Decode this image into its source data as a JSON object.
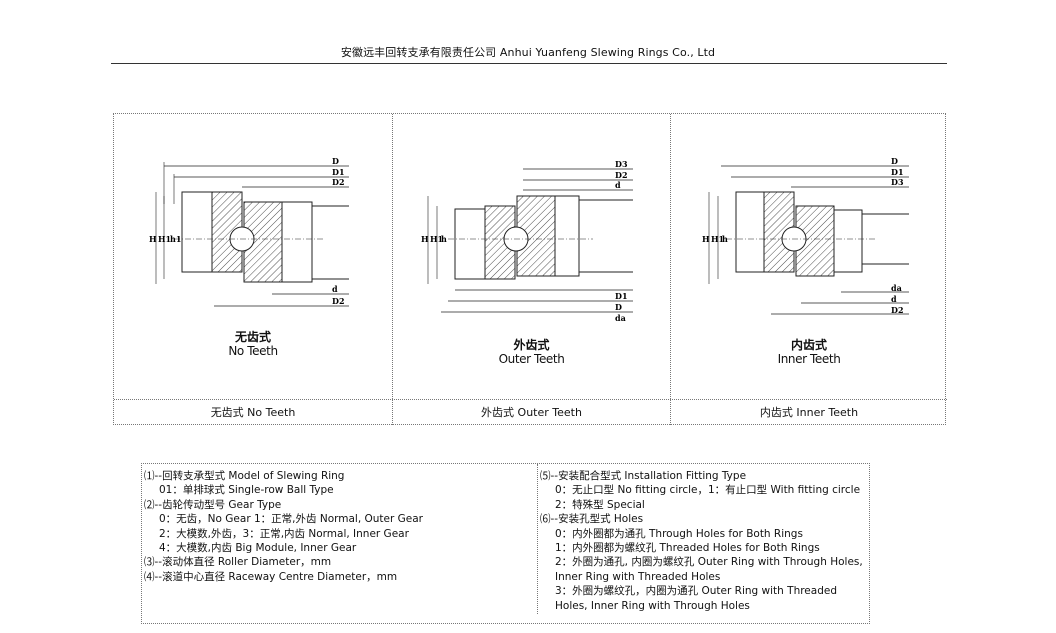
{
  "header": {
    "title": "安徽远丰回转支承有限责任公司 Anhui Yuanfeng Slewing Rings Co., Ltd"
  },
  "panels": [
    {
      "zh": "无齿式",
      "en": "No Teeth",
      "caption": "无齿式 No Teeth",
      "labels": {
        "top": [
          "D",
          "D1",
          "D2"
        ],
        "bottom": [
          "d",
          "D2"
        ],
        "left": [
          "H",
          "H1",
          "h1"
        ]
      }
    },
    {
      "zh": "外齿式",
      "en": "Outer Teeth",
      "caption": "外齿式 Outer Teeth",
      "labels": {
        "top": [
          "D3",
          "D2",
          "d"
        ],
        "bottom": [
          "D1",
          "D",
          "da"
        ],
        "left": [
          "H",
          "H1",
          "h"
        ]
      }
    },
    {
      "zh": "内齿式",
      "en": "Inner Teeth",
      "caption": "内齿式 Inner Teeth",
      "labels": {
        "top": [
          "D",
          "D1",
          "D3"
        ],
        "bottom": [
          "da",
          "d",
          "D2"
        ],
        "left": [
          "H",
          "H1",
          "h"
        ]
      }
    }
  ],
  "legend": {
    "left": [
      "⑴--回转支承型式 Model of Slewing Ring",
      "01：单排球式 Single-row Ball Type",
      "⑵--齿轮传动型号 Gear Type",
      "0：无齿，No Gear 1：正常,外齿 Normal, Outer Gear",
      "2：大模数,外齿，3：正常,内齿 Normal, Inner Gear",
      "4：大模数,内齿 Big Module, Inner Gear",
      "⑶--滚动体直径 Roller Diameter，mm",
      "⑷--滚道中心直径 Raceway Centre Diameter，mm"
    ],
    "right": [
      "⑸--安装配合型式 Installation Fitting Type",
      "0：无止口型 No fitting circle，1：有止口型 With fitting circle",
      "2：特殊型 Special",
      "⑹--安装孔型式 Holes",
      "0：内外圈都为通孔 Through Holes for Both Rings",
      "1：内外圈都为螺纹孔 Threaded Holes for Both Rings",
      "2：外圈为通孔, 内圈为螺纹孔 Outer Ring with Through Holes, Inner Ring with Threaded Holes",
      "3：外圈为螺纹孔，内圈为通孔 Outer Ring with Threaded Holes, Inner Ring with Through Holes"
    ]
  }
}
